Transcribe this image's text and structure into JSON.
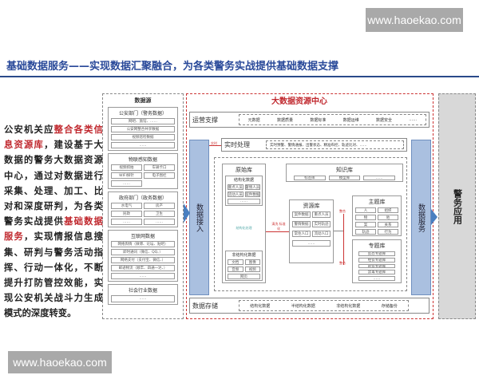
{
  "watermark": "www.haoekao.com",
  "title": "基础数据服务——实现数据汇聚融合，为各类警务实战提供基础数据支撑",
  "intro": {
    "p1": "公安机关应",
    "h1": "整合各类信息资源库",
    "p2": "，建设基于大数据的警务大数据资源中心，通过对数据进行采集、处理、加工、比对和深度研判，为各类警务实战提供",
    "h2": "基础数据服务",
    "p3": "，实现情报信息搜集、研判与警务活动指挥、行动一体化，不断提升打防管控效能，实现公安机关战斗力生成模式的深度转变。"
  },
  "colors": {
    "title": "#2a4a9a",
    "highlight": "#c0282e",
    "center_border": "#cc3333",
    "bar": "#aac0e0"
  },
  "source": {
    "title": "数据源",
    "police": {
      "title": "公安部门（警务数据）",
      "items": [
        "网吧、旅馆、……",
        "公安网整合共享数据",
        "视频巡检数据",
        "……"
      ]
    },
    "iot": {
      "title": "物联感知数据",
      "items": [
        "视频抓拍",
        "车辆卡口",
        "WIFI探针",
        "电子围栏",
        "……"
      ]
    },
    "gov": {
      "title": "政府部门（政务数据）",
      "items": [
        "水电气",
        "房产",
        "民政",
        "卫生",
        "……",
        "……"
      ]
    },
    "internet": {
      "title": "互联网数据",
      "items": [
        "网络舆情（微博、论坛、贴吧）",
        "即时通讯（微信、QQ、）",
        "网络支付（支付宝、微信、）",
        "邮递物流（顺丰、四通一达、）",
        "……"
      ]
    },
    "social": {
      "title": "社会行业数据",
      "items": [
        "……"
      ]
    }
  },
  "center": {
    "title": "大数据资源中心",
    "ops": {
      "label": "运营支撑",
      "items": [
        "元数据",
        "数据质量",
        "数据标准",
        "数据运维",
        "数据安全",
        "……"
      ]
    },
    "realtime": {
      "label": "实时处理",
      "arrow": "实时",
      "items": "实时预警、警情通报、出警状态、精准布控、轨迹比对、……"
    },
    "access": "数据接入",
    "service": "数据服务",
    "raw": {
      "title": "原始库",
      "structured": {
        "title": "结构化数据",
        "items": [
          "重点人员",
          "警情人员",
          "流动人员",
          "案件数据",
          "……"
        ]
      },
      "process": "结构化处理",
      "unstructured": {
        "title": "非结构化数据",
        "items": [
          "文档",
          "图像",
          "音频",
          "视频",
          "网页"
        ]
      }
    },
    "clean": "清洗 标准化",
    "knowledge": {
      "title": "知识库",
      "items": [
        "标签库",
        "模型库",
        "……"
      ]
    },
    "resource": {
      "title": "资源库",
      "items": [
        "案件数据",
        "重点人员",
        "警情数据",
        "实时轨迹",
        "常住人口",
        "流动人口",
        "……"
      ]
    },
    "integrate": "整合",
    "topic": {
      "title": "主题库",
      "items": [
        "人",
        "组织",
        "物",
        "地",
        "案",
        "关系",
        "轨迹",
        "行为"
      ]
    },
    "special": {
      "title": "专题库",
      "items": [
        "反恐专题库",
        "经侦专题库",
        "刑侦专题库",
        "禁毒专题库",
        "……"
      ]
    },
    "storage": {
      "label": "数据存储",
      "items": [
        "结构化数据",
        "半结构化数据",
        "非结构化数据",
        "存储备份"
      ]
    }
  },
  "app": "警务应用"
}
